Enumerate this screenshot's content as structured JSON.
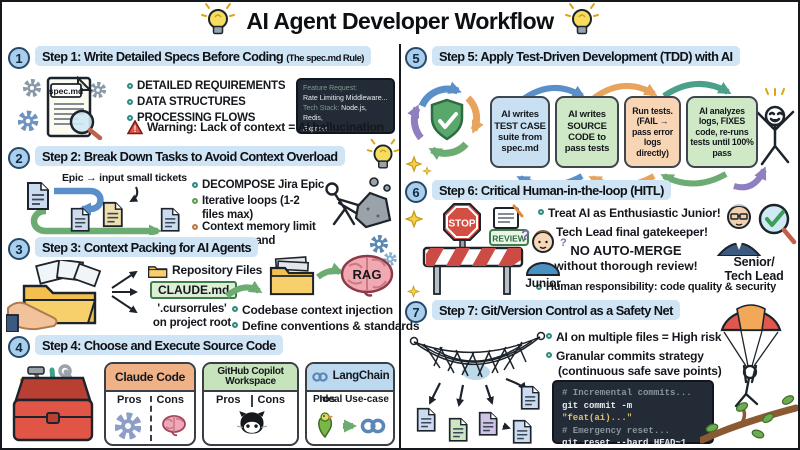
{
  "title": "AI Agent Developer Workflow",
  "colors": {
    "header_band": "#cfe4f4",
    "step_circle": "#a9cfec",
    "code_bg": "#222b36",
    "tdd_blue": "#c9e0f2",
    "tdd_green": "#cfe8c6",
    "tdd_orange": "#f8d5b4",
    "claude_card_header": "#f0b187",
    "copilot_card_header": "#c6e3bb",
    "langchain_card_header": "#bcd9f0",
    "arrow_blue": "#5b8fc9",
    "arrow_green": "#6cab72",
    "arrow_orange": "#e8a35c",
    "arrow_purple": "#8f7fc0"
  },
  "step1": {
    "num": "1",
    "title": "Step 1: Write Detailed Specs Before Coding",
    "suffix": "(The spec.md Rule)",
    "doc_label": "spec.md",
    "bullets": [
      "DETAILED REQUIREMENTS",
      "DATA STRUCTURES",
      "PROCESSING FLOWS"
    ],
    "code": {
      "l1": "Feature Request:",
      "l2": "Rate Limiting Middleware...",
      "l3k": "Tech Stack:",
      "l3v": " Node.js, Redis,",
      "l4": "Express"
    },
    "warning": "Warning: Lack of context = AI hallucination"
  },
  "step2": {
    "num": "2",
    "title": "Step 2: Break Down Tasks to Avoid Context Overload",
    "flow_label": "Epic → input small tickets",
    "bullets": [
      "DECOMPOSE Jira Epic",
      "Iterative loops (1-2 files max)",
      "Context memory limit per command"
    ]
  },
  "step3": {
    "num": "3",
    "title": "Step 3: Context Packing for AI Agents",
    "repo": "Repository Files",
    "claude": "CLAUDE.md",
    "cursor1": "'.cursorrules'",
    "cursor2": "on project root",
    "rag": "RAG",
    "bullets": [
      "Codebase context injection",
      "Define conventions & standards"
    ]
  },
  "step4": {
    "num": "4",
    "title": "Step 4: Choose and Execute Source Code",
    "cards": [
      {
        "name": "Claude Code",
        "c1": "Pros",
        "c2": "Cons"
      },
      {
        "name": "GitHub Copilot Workspace",
        "c1": "Pros",
        "c2": "Cons"
      },
      {
        "name": "LangChain",
        "c1": "Pros",
        "c2": "Ideal Use-case"
      }
    ]
  },
  "step5": {
    "num": "5",
    "title": "Step 5: Apply Test-Driven Development (TDD) with AI",
    "boxes": [
      "AI writes TEST CASE suite from spec.md",
      "AI writes SOURCE CODE to pass tests",
      "Run tests. (FAIL → pass error logs directly)",
      "AI analyzes logs, FIXES code, re-runs tests until 100% pass"
    ]
  },
  "step6": {
    "num": "6",
    "title": "Step 6: Critical Human-in-the-loop (HITL)",
    "stop": "STOP",
    "review": "REVIEW",
    "b1": "Treat AI as Enthusiastic Junior!",
    "b2": "Tech Lead final gatekeeper!",
    "e1": "NO AUTO-MERGE",
    "e2": "without thorough review!",
    "b3": "Human responsibility: code quality & security",
    "junior": "Junior",
    "senior1": "Senior/",
    "senior2": "Tech Lead"
  },
  "step7": {
    "num": "7",
    "title": "Step 7: Git/Version Control as a Safety Net",
    "b1": "AI on multiple files = High risk",
    "b2": "Granular commits strategy",
    "b2b": "(continuous safe save points)",
    "code": {
      "c1": "# Incremental commits...",
      "c2a": "git commit -m ",
      "c2b": "\"feat(ai)...\"",
      "c3": "# Emergency reset...",
      "c4": "git reset --hard HEAD~1"
    }
  }
}
